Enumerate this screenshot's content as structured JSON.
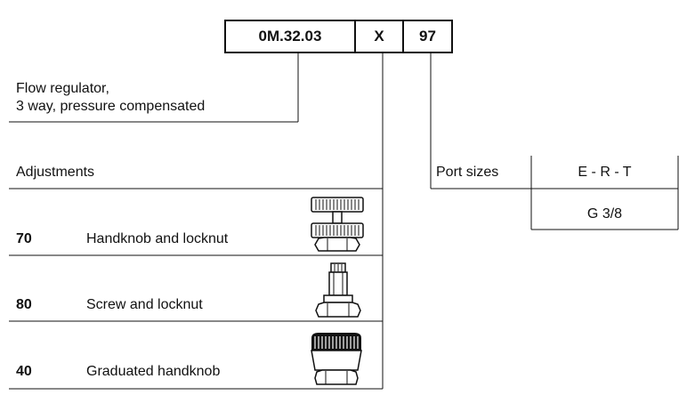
{
  "order_code": {
    "base": "0M.32.03",
    "adjustment_placeholder": "X",
    "port_code": "97"
  },
  "product": {
    "line1": "Flow regulator,",
    "line2": "3 way, pressure compensated"
  },
  "adjustments": {
    "heading": "Adjustments",
    "options": [
      {
        "code": "70",
        "label": "Handknob and locknut",
        "icon": "handknob-locknut-icon"
      },
      {
        "code": "80",
        "label": "Screw and locknut",
        "icon": "screw-locknut-icon"
      },
      {
        "code": "40",
        "label": "Graduated handknob",
        "icon": "graduated-handknob-icon"
      }
    ]
  },
  "ports": {
    "label": "Port sizes",
    "header": "E - R - T",
    "value": "G 3/8"
  }
}
